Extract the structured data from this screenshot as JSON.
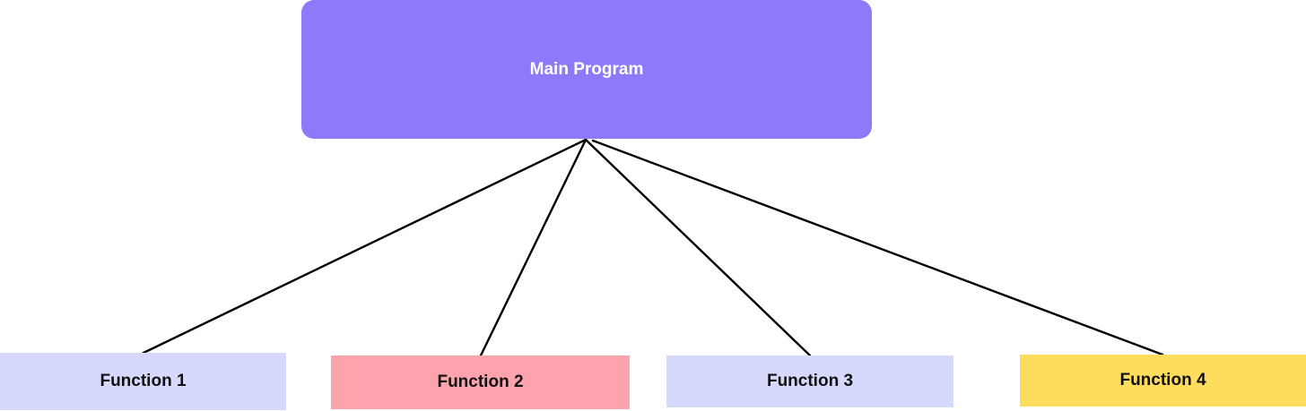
{
  "main": {
    "label": "Main Program",
    "color": "#8e79fa"
  },
  "functions": [
    {
      "label": "Function 1",
      "color": "#d6d8fc"
    },
    {
      "label": "Function 2",
      "color": "#fca3ad"
    },
    {
      "label": "Function 3",
      "color": "#d6d8fc"
    },
    {
      "label": "Function 4",
      "color": "#fedd5c"
    }
  ]
}
